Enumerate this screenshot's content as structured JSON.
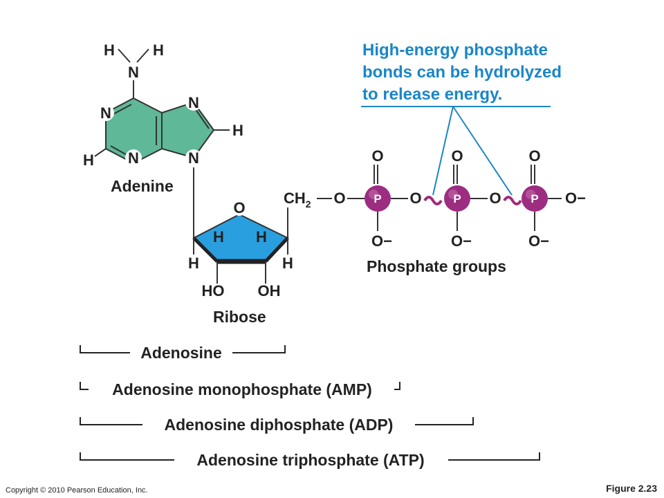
{
  "colors": {
    "adenine_fill": "#5fb898",
    "ribose_fill": "#2a9fe0",
    "phosphate_fill": "#9c2d80",
    "callout_blue": "#1a86c8",
    "bond_squiggle": "#a02a7a",
    "text": "#222222"
  },
  "callout": {
    "line1": "High-energy phosphate",
    "line2": "bonds can be hydrolyzed",
    "line3": "to release energy."
  },
  "adenine": {
    "label": "Adenine",
    "atoms": {
      "h_top_left": "H",
      "h_top_right": "H",
      "n_amino": "N",
      "n1": "N",
      "n7": "N",
      "h8": "H",
      "h2": "H",
      "n3": "N",
      "n9": "N"
    }
  },
  "ribose": {
    "label": "Ribose",
    "atoms": {
      "o_ring": "O",
      "h_in_left": "H",
      "h_in_right": "H",
      "h_left": "H",
      "h_right": "H",
      "ho": "HO",
      "oh": "OH",
      "ch": "CH",
      "ch_sub": "2"
    }
  },
  "phosphates": {
    "label": "Phosphate groups",
    "p_symbol": "P",
    "o": "O",
    "o_minus": "O−",
    "bridge_o": "O"
  },
  "brackets": [
    {
      "label": "Adenosine"
    },
    {
      "label": "Adenosine monophosphate (AMP)"
    },
    {
      "label": "Adenosine diphosphate (ADP)"
    },
    {
      "label": "Adenosine triphosphate (ATP)"
    }
  ],
  "footer": {
    "copyright": "Copyright © 2010 Pearson Education, Inc.",
    "figure": "Figure 2.23"
  }
}
